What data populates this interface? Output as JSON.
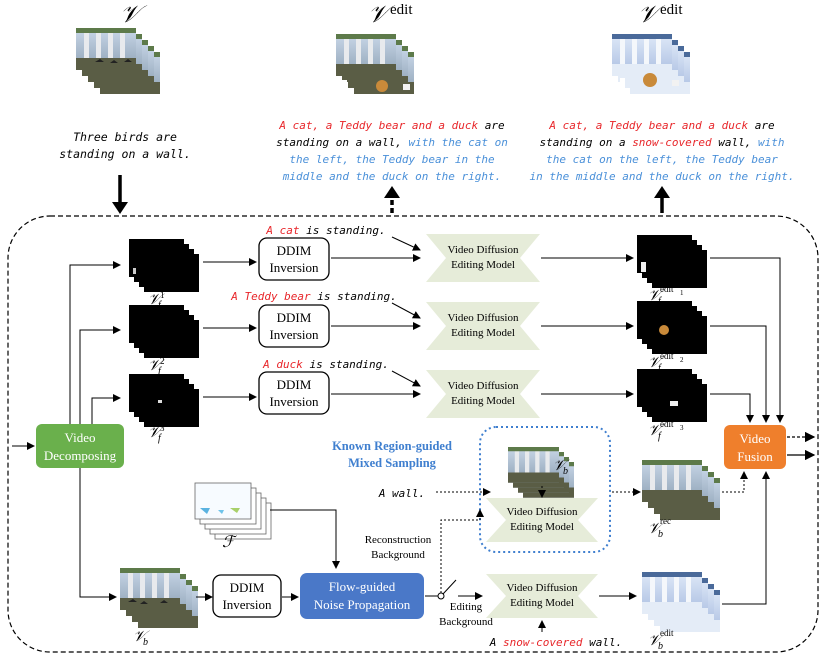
{
  "colors": {
    "red": "#e8262a",
    "blue": "#4a90d9",
    "green_box": "#6ab04c",
    "orange_box": "#ef7f2c",
    "flow_box": "#4a78c8",
    "model_fill": "#e6ecd9",
    "dashed_blue": "#3f7fcf"
  },
  "top": {
    "v_label": "𝒱",
    "vedit_label": "𝒱",
    "vedit_sup": "edit",
    "prompt_left_1": "Three birds are",
    "prompt_left_2": "standing on a wall.",
    "mid_red": "A cat, a Teddy bear and a duck",
    "mid_black_1": " are",
    "mid_black_2": "standing on a wall, ",
    "mid_blue_1": "with the cat on",
    "mid_blue_2": "the left, the Teddy bear in the",
    "mid_blue_3": "middle and the duck on the right.",
    "right_red": "A cat, a Teddy bear and a duck",
    "right_black_1": " are",
    "right_black_2": "standing on a ",
    "right_red_2": "snow-covered",
    "right_black_3": " wall, ",
    "right_blue_1": "with",
    "right_blue_2": "the cat on the left, the Teddy bear",
    "right_blue_3": "in the middle and the duck on the right."
  },
  "blocks": {
    "video_decomposing": "Video\nDecomposing",
    "video_decomposing_1": "Video",
    "video_decomposing_2": "Decomposing",
    "ddim_1": "DDIM",
    "ddim_2": "Inversion",
    "vdem_1": "Video Diffusion",
    "vdem_2": "Editing Model",
    "video_fusion_1": "Video",
    "video_fusion_2": "Fusion",
    "flow_1": "Flow-guided",
    "flow_2": "Noise Propagation",
    "known_1": "Known Region-guided",
    "known_2": "Mixed Sampling",
    "recon_1": "Reconstruction",
    "recon_2": "Background",
    "edit_bg_1": "Editing",
    "edit_bg_2": "Background"
  },
  "prompts": {
    "cat_red": "A cat",
    "cat_rest": " is standing.",
    "bear_red": "A Teddy bear",
    "bear_rest": " is standing.",
    "duck_red": "A duck",
    "duck_rest": " is standing.",
    "wall": "A wall.",
    "snow_pre": "A ",
    "snow_red": "snow-covered",
    "snow_post": " wall."
  },
  "labels": {
    "vf": "𝒱",
    "vf_sub": "f",
    "vf1": "1",
    "vf2": "2",
    "vf3": "3",
    "edit1": "edit",
    "sub1": "1",
    "sub2": "2",
    "sub3": "3",
    "vb": "𝒱",
    "vb_sub": "b",
    "rec": "rec",
    "edit": "edit",
    "F": "ℱ"
  }
}
